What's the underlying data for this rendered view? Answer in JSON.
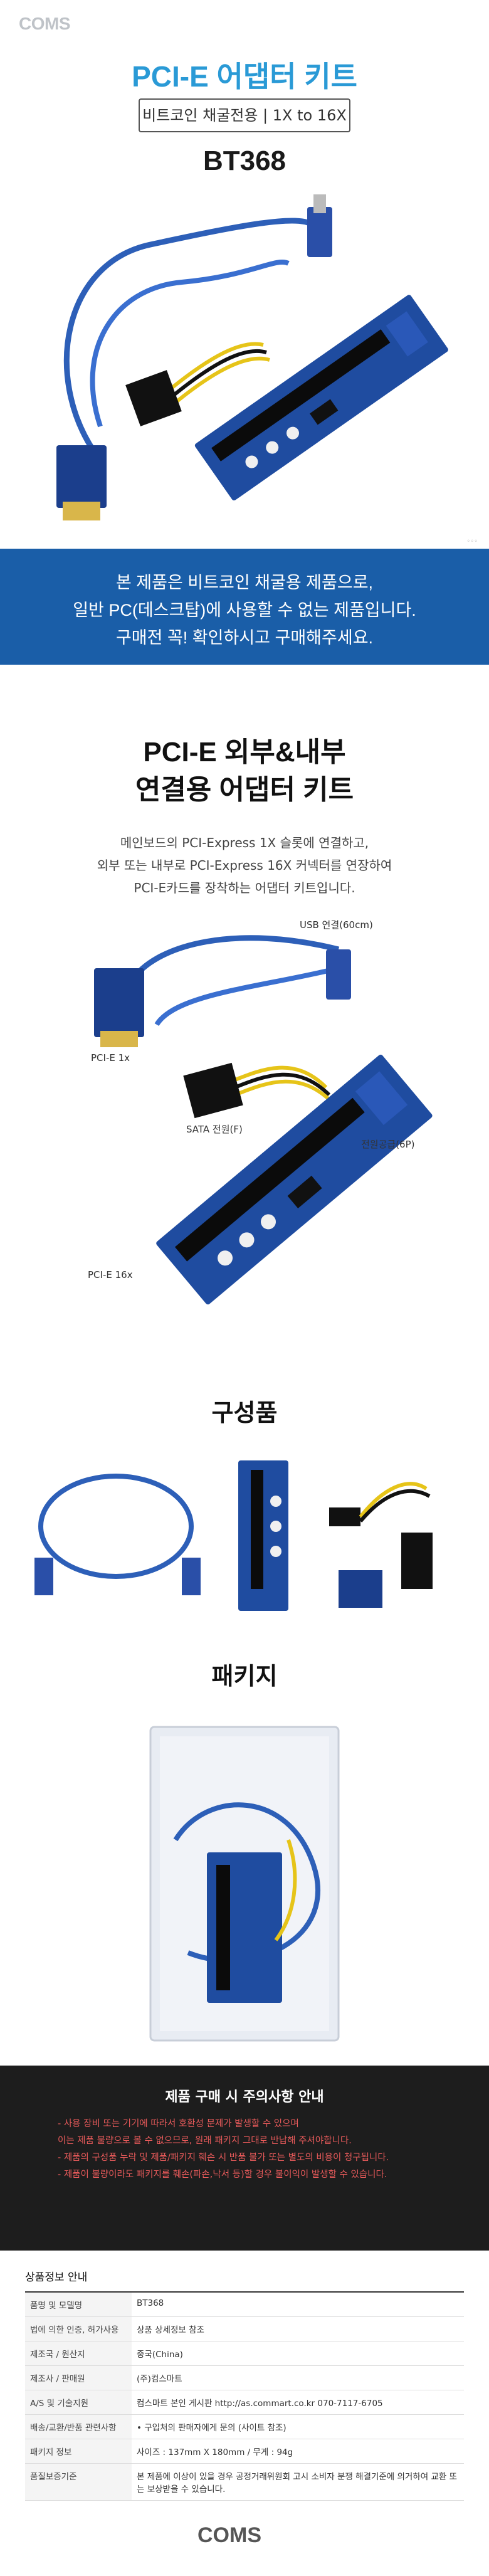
{
  "brand": "COMS",
  "hero": {
    "title": "PCI-E 어댑터 키트",
    "subtitle": "비트코인 채굴전용 | 1X to 16X",
    "model": "BT368"
  },
  "banner": {
    "line1": "본 제품은 비트코인 채굴용 제품으로,",
    "line2": "일반 PC(데스크탑)에 사용할 수 없는 제품입니다.",
    "line3": "구매전 꼭! 확인하시고 구매해주세요."
  },
  "section1": {
    "title_line1": "PCI-E 외부&내부",
    "title_line2": "연결용 어댑터 키트",
    "desc_line1": "메인보드의 PCI-Express 1X 슬롯에 연결하고,",
    "desc_line2": "외부 또는 내부로 PCI-Express 16X 커넥터를 연장하여",
    "desc_line3": "PCI-E카드를 장착하는 어댑터 키트입니다.",
    "labels": {
      "usb": "USB 연결(60cm)",
      "pcie1x": "PCI-E 1x",
      "sata": "SATA 전원(F)",
      "power": "전원공급(6P)",
      "pcie16x": "PCI-E 16x"
    }
  },
  "components": {
    "title": "구성품"
  },
  "package": {
    "title": "패키지"
  },
  "notice": {
    "title": "제품 구매 시 주의사항 안내",
    "items": [
      "- 사용 장비 또는 기기에 따라서 호환성 문제가 발생할 수 있으며",
      "  이는 제품 불량으로 볼 수 없으므로, 원래 패키지 그대로 반납해 주셔야합니다.",
      "- 제품의 구성품 누락 및 제품/패키지 훼손 시 반품 불가 또는 별도의 비용이 청구됩니다.",
      "- 제품이 불량이라도 패키지를 훼손(파손,낙서 등)할 경우 불이익이 발생할 수 있습니다."
    ]
  },
  "product_info": {
    "title": "상품정보 안내",
    "rows": [
      {
        "k": "품명 및 모델명",
        "v": "BT368"
      },
      {
        "k": "법에 의한 인증, 허가사용",
        "v": "상품 상세정보 참조"
      },
      {
        "k": "제조국 / 원산지",
        "v": "중국(China)"
      },
      {
        "k": "제조사 / 판매원",
        "v": "(주)컴스마트"
      },
      {
        "k": "A/S 및 기술지원",
        "v": "컴스마트 본인 게시판 http://as.commart.co.kr 070-7117-6705"
      },
      {
        "k": "배송/교환/반품 관련사항",
        "v": "• 구입처의 판매자에게 문의 (사이트 참조)"
      },
      {
        "k": "패키지 정보",
        "v": "사이즈 : 137mm X 180mm  /  무게 : 94g"
      },
      {
        "k": "품질보증기준",
        "v": "본 제품에 이상이 있을 경우 공정거래위원회 고시 소비자 분쟁 해결기준에 의거하여 교환 또는 보상받을 수 있습니다."
      }
    ]
  },
  "footer_brand": "COMS"
}
